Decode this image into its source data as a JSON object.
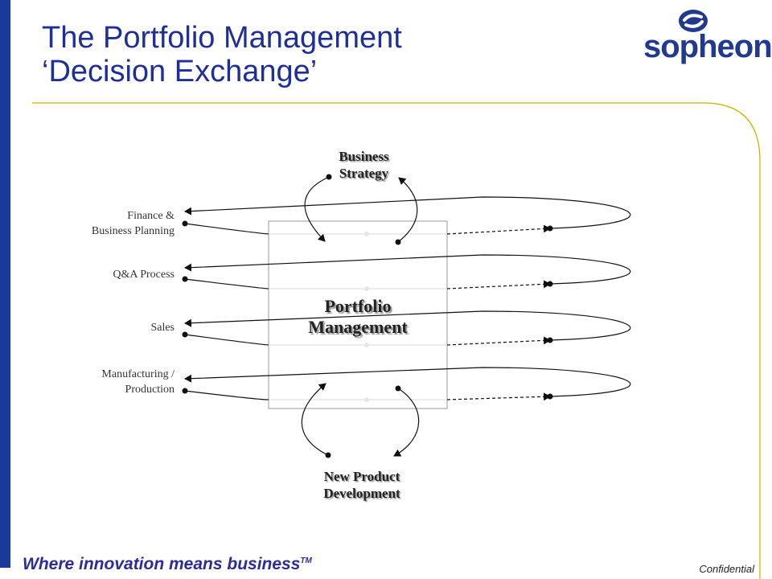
{
  "slide": {
    "title_line1": "The Portfolio Management",
    "title_line2": "‘Decision Exchange’",
    "logo_text": "sopheon",
    "tagline": "Where innovation means business",
    "tagline_tm": "TM",
    "confidential": "Confidential"
  },
  "diagram": {
    "top_label_line1": "Business",
    "top_label_line2": "Strategy",
    "center_label_line1": "Portfolio",
    "center_label_line2": "Management",
    "bottom_label_line1": "New Product",
    "bottom_label_line2": "Development",
    "left_labels": [
      {
        "line1": "Finance &",
        "line2": "Business Planning"
      },
      {
        "line1": "Q&A Process",
        "line2": ""
      },
      {
        "line1": "Sales",
        "line2": ""
      },
      {
        "line1": "Manufacturing /",
        "line2": "Production"
      }
    ]
  },
  "colors": {
    "title": "#1f2f99",
    "left_bar": "#1a3a9a",
    "rule": "#c9b800",
    "tagline": "#2c2c9e"
  },
  "icons": [
    "sopheon-logo-mark",
    "arrowhead",
    "connector-dot"
  ]
}
